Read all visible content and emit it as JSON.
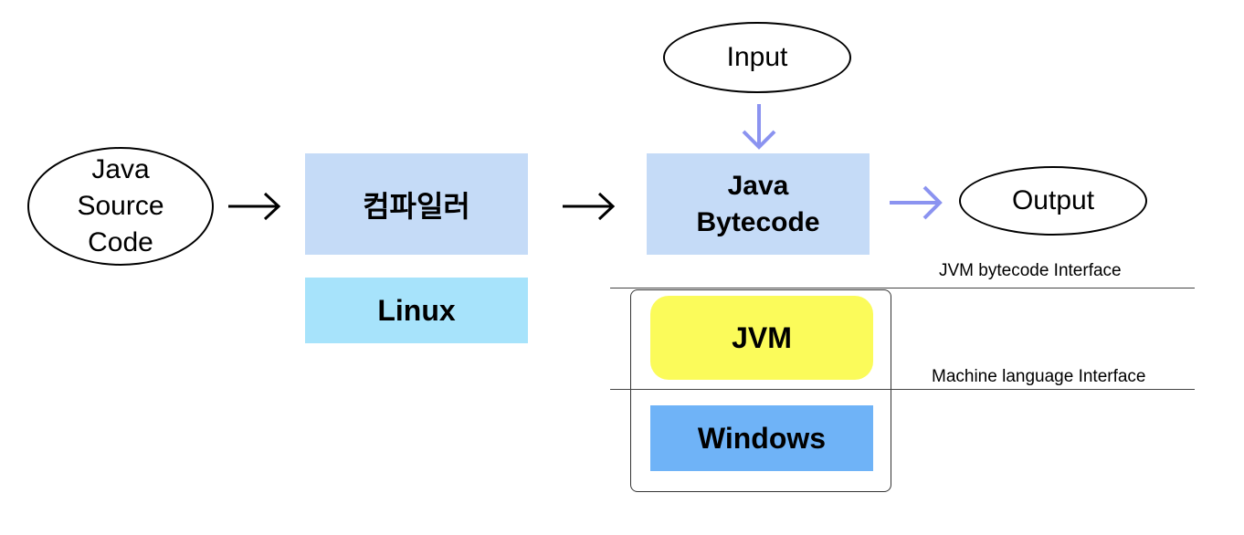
{
  "source": {
    "label": "Java\nSource\nCode"
  },
  "compiler": {
    "label": "컴파일러",
    "color": "#c5dbf7"
  },
  "linux": {
    "label": "Linux",
    "color": "#a7e3fb"
  },
  "bytecode": {
    "label": "Java\nBytecode",
    "color": "#c5dbf7"
  },
  "input": {
    "label": "Input"
  },
  "output": {
    "label": "Output"
  },
  "jvm": {
    "label": "JVM",
    "color": "#fbfb5a"
  },
  "windows": {
    "label": "Windows",
    "color": "#6fb3f7"
  },
  "interfaces": {
    "bytecode_interface": "JVM bytecode Interface",
    "machine_interface": "Machine language Interface"
  },
  "arrows": {
    "flow_color": "#000000",
    "io_color": "#8b93f0",
    "right_glyph": "→",
    "down_glyph": "↓"
  }
}
